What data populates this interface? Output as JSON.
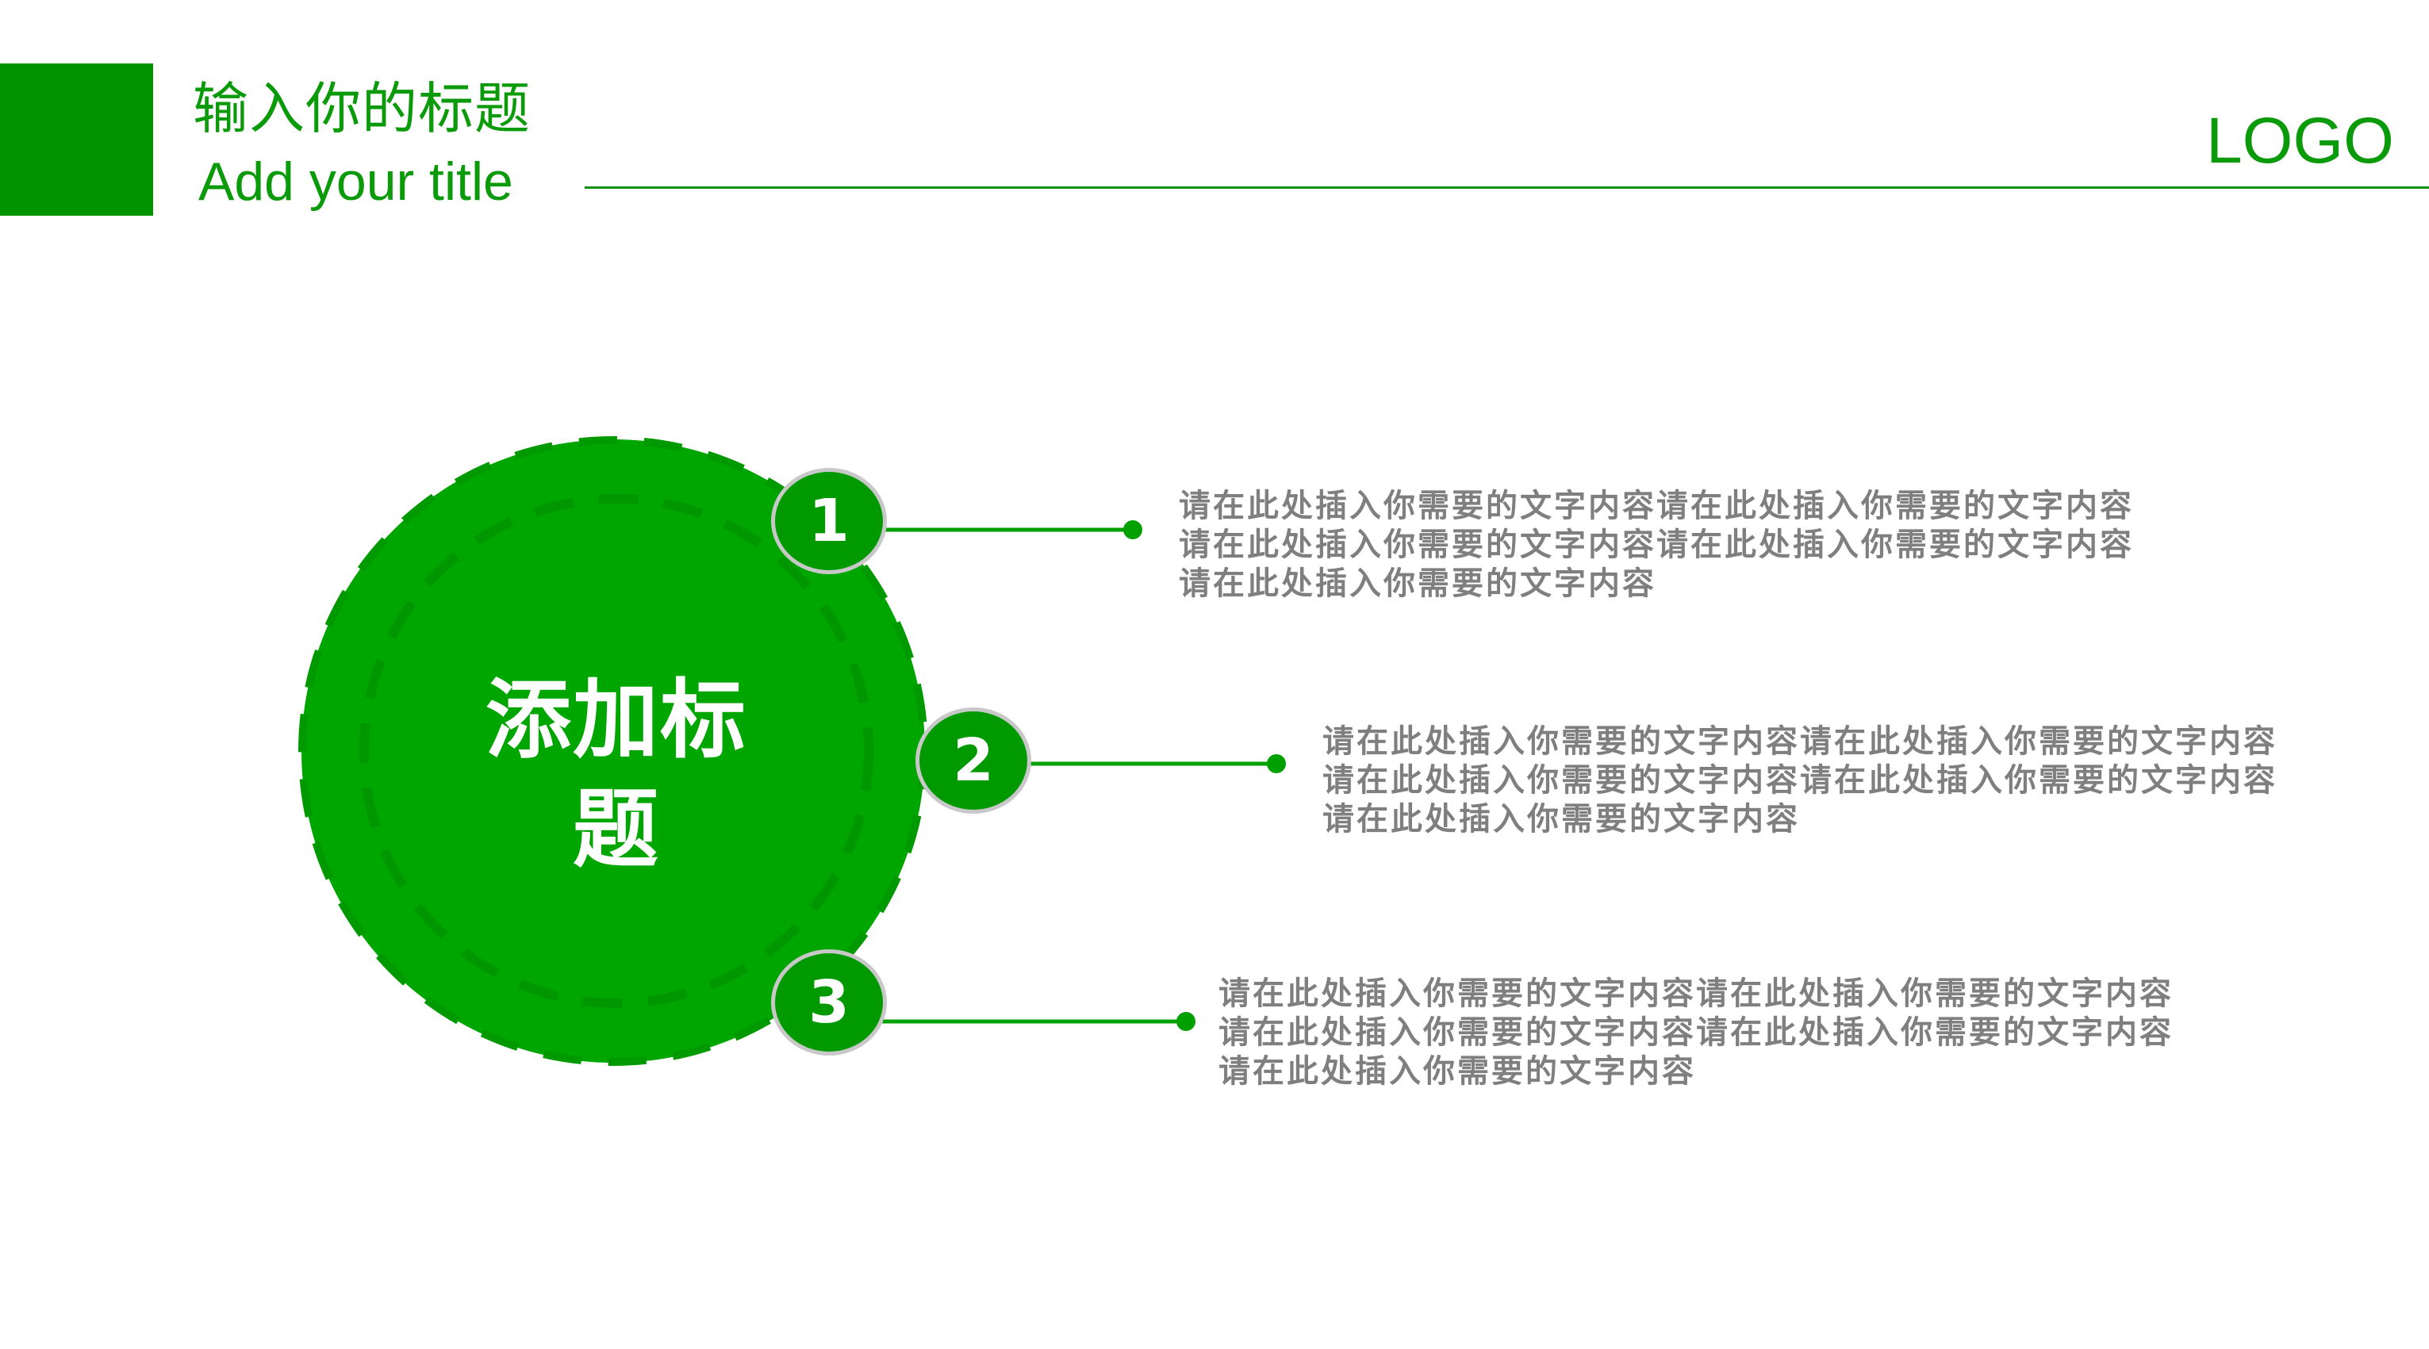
{
  "header": {
    "title_cn": "输入你的标题",
    "title_en": "Add your title",
    "logo": "LOGO"
  },
  "colors": {
    "brand_green": "#009400",
    "title_green": "#0a9a0a",
    "circle_fill": "#00a600",
    "circle_dash": "#009800",
    "badge_fill": "#009900",
    "badge_border": "#c8c8c8",
    "connector": "#00a000",
    "body_text": "#7f7f7f"
  },
  "diagram": {
    "center_title_line1": "添加标",
    "center_title_line2": "题",
    "items": [
      {
        "number": "1",
        "lines": [
          "请在此处插入你需要的文字内容请在此处插入你需要的文字内容",
          "请在此处插入你需要的文字内容请在此处插入你需要的文字内容",
          "请在此处插入你需要的文字内容"
        ]
      },
      {
        "number": "2",
        "lines": [
          "请在此处插入你需要的文字内容请在此处插入你需要的文字内容",
          "请在此处插入你需要的文字内容请在此处插入你需要的文字内容",
          "请在此处插入你需要的文字内容"
        ]
      },
      {
        "number": "3",
        "lines": [
          "请在此处插入你需要的文字内容请在此处插入你需要的文字内容",
          "请在此处插入你需要的文字内容请在此处插入你需要的文字内容",
          "请在此处插入你需要的文字内容"
        ]
      }
    ]
  }
}
